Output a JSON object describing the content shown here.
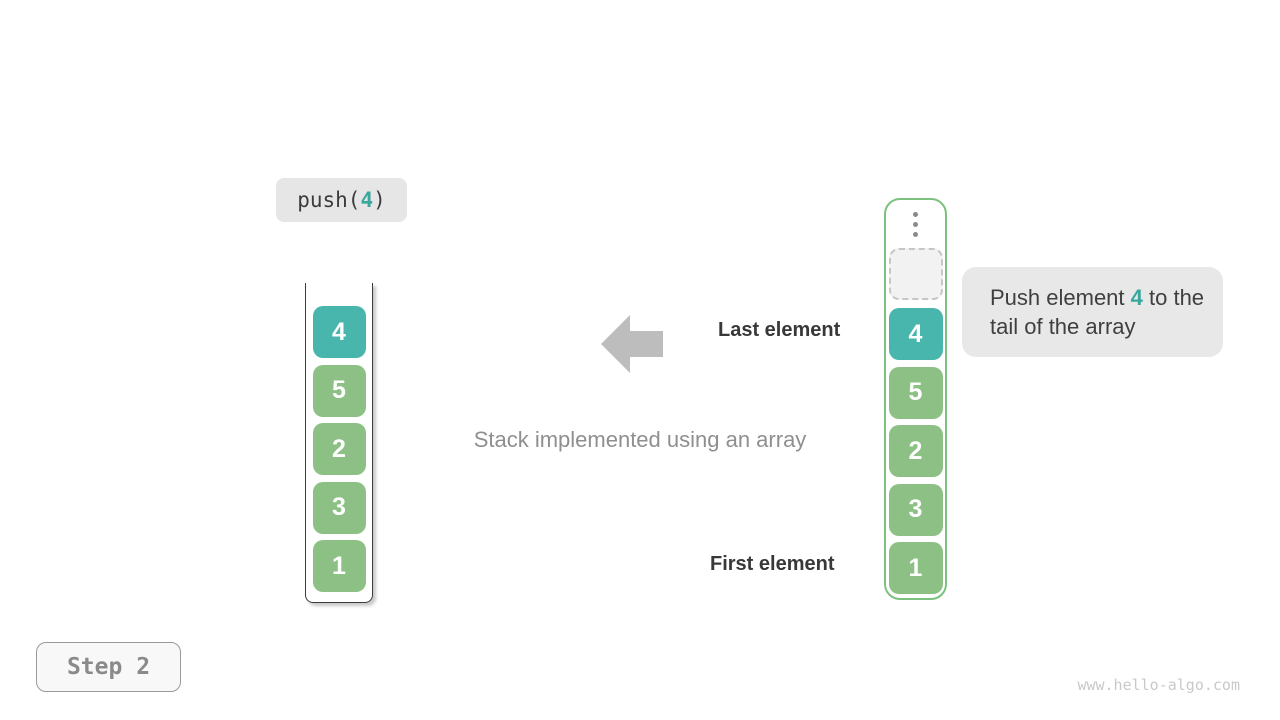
{
  "colors": {
    "teal": "#49b6ae",
    "teal_text": "#3aa79e",
    "green": "#8cc084",
    "border_green": "#7cc17d",
    "arrow_gray": "#bdbdbd",
    "label_bg": "#e6e6e6",
    "callout_bg": "#e8e8e8",
    "dark_text": "#3c3c3c",
    "muted_text": "#8f8f8f",
    "step_text": "#8a8a8a",
    "watermark": "#c9c9c9"
  },
  "operation": {
    "func": "push(",
    "arg": "4",
    "close": ")"
  },
  "array_stack": {
    "values": [
      "4",
      "5",
      "2",
      "3",
      "1"
    ],
    "highlight_index": 0
  },
  "list_stack": {
    "values": [
      "4",
      "5",
      "2",
      "3",
      "1"
    ],
    "highlight_index": 0,
    "has_ellipsis": true,
    "has_empty_slot": true
  },
  "labels": {
    "last_element": "Last element",
    "first_element": "First element",
    "caption": "Stack implemented using an array"
  },
  "callout": {
    "prefix": "Push element ",
    "value": "4",
    "suffix": " to the tail of the array"
  },
  "step": {
    "label": "Step 2"
  },
  "watermark": {
    "text": "www.hello-algo.com"
  }
}
